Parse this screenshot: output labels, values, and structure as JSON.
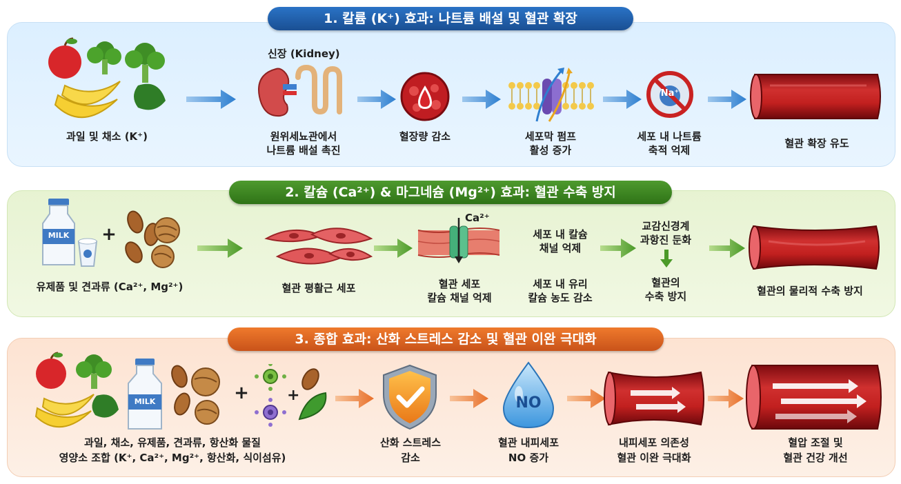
{
  "sections": [
    {
      "title": "1. 칼륨 (K⁺) 효과: 나트륨 배설 및 혈관 확장",
      "kidney_caption": "신장 (Kidney)",
      "steps": [
        {
          "line1": "과일 및 채소 (K⁺)",
          "line2": ""
        },
        {
          "line1": "원위세뇨관에서",
          "line2": "나트륨 배설 촉진"
        },
        {
          "line1": "혈장량 감소",
          "line2": ""
        },
        {
          "line1": "세포막 펌프",
          "line2": "활성 증가"
        },
        {
          "line1": "세포 내 나트륨",
          "line2": "축적 억제"
        },
        {
          "line1": "혈관 확장 유도",
          "line2": ""
        }
      ],
      "na_label": "Na⁺"
    },
    {
      "title": "2. 칼슘 (Ca²⁺) & 마그네슘 (Mg²⁺) 효과: 혈관 수축 방지",
      "milk_label": "MILK",
      "ca_label": "Ca²⁺",
      "steps": [
        {
          "line1": "유제품 및 견과류 (Ca²⁺, Mg²⁺)",
          "line2": ""
        },
        {
          "line1": "혈관 평활근 세포",
          "line2": ""
        },
        {
          "line1": "혈관 세포",
          "line2": "칼슘 채널 억제"
        },
        {
          "line1": "세포 내 칼슘",
          "line2": "채널 억제"
        },
        {
          "line1": "세포 내 유리",
          "line2": "칼슘 농도 감소"
        },
        {
          "line1": "교감신경계",
          "line2": "과항진 둔화"
        },
        {
          "line1": "혈관의",
          "line2": "수축 방지"
        },
        {
          "line1": "혈관의 물리적 수축 방지",
          "line2": ""
        }
      ]
    },
    {
      "title": "3. 종합 효과: 산화 스트레스 감소 및 혈관 이완 극대화",
      "milk_label": "MILK",
      "no_label": "NO",
      "steps": [
        {
          "line1": "과일, 채소, 유제품, 견과류, 항산화 물질",
          "line2": "영양소 조합 (K⁺, Ca²⁺, Mg²⁺, 항산화, 식이섬유)"
        },
        {
          "line1": "산화 스트레스",
          "line2": "감소"
        },
        {
          "line1": "혈관 내피세포",
          "line2": "NO 증가"
        },
        {
          "line1": "내피세포 의존성",
          "line2": "혈관 이완 극대화"
        },
        {
          "line1": "혈압 조절 및",
          "line2": "혈관 건강 개선"
        }
      ]
    }
  ],
  "colors": {
    "blue_accent": "#1f5fae",
    "green_accent": "#3c8a22",
    "orange_accent": "#e06a24",
    "vessel_red": "#b3161c"
  }
}
